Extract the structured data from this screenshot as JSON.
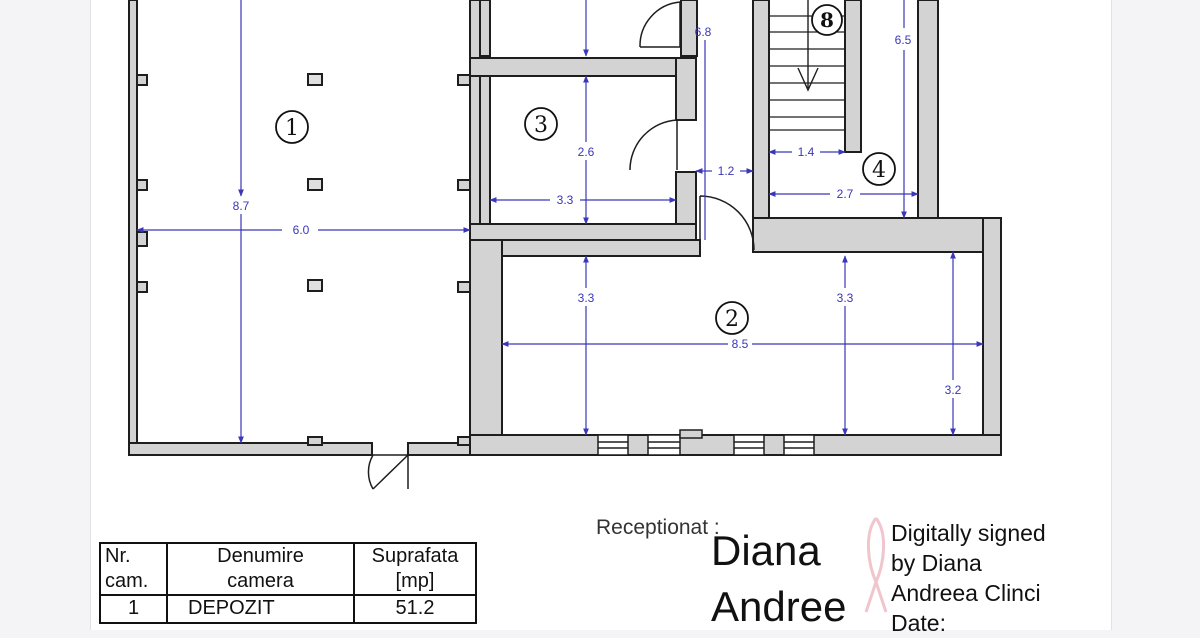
{
  "plan": {
    "rooms": [
      {
        "number": "1"
      },
      {
        "number": "2"
      },
      {
        "number": "3"
      },
      {
        "number": "4"
      },
      {
        "number": "8"
      }
    ],
    "dimensions": {
      "r1_height": "8.7",
      "r1_width": "6.0",
      "r3_height": "2.6",
      "r3_width": "3.3",
      "hall_height": "6.8",
      "hall_width": "1.2",
      "r4_height": "6.5",
      "stair_width": "1.4",
      "r4_width": "2.7",
      "r2_height_left": "3.3",
      "r2_height_mid": "3.3",
      "r2_width": "8.5",
      "r2_height_right": "3.2"
    }
  },
  "table": {
    "headers": {
      "nr": [
        "Nr.",
        "cam."
      ],
      "name": [
        "Denumire",
        "camera"
      ],
      "area": [
        "Suprafata",
        "[mp]"
      ]
    },
    "rows": [
      {
        "nr": "1",
        "name": "DEPOZIT",
        "area": "51.2"
      }
    ]
  },
  "signature": {
    "receptionat": "Receptionat :",
    "name_line1": "Diana",
    "name_line2": "Andree",
    "info_line1": "Digitally signed",
    "info_line2": "by Diana",
    "info_line3": "Andreea Clinci",
    "info_line4": "Date:"
  },
  "colors": {
    "wall_fill": "#d3d3d3",
    "dimension": "#3a37b8",
    "ribbon": "#f0c6cc"
  }
}
